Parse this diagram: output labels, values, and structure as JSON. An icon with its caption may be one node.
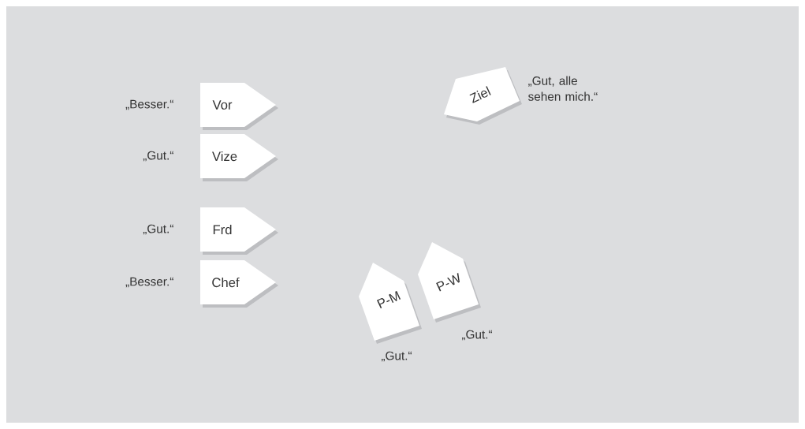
{
  "diagram": {
    "nodes": [
      {
        "text": [
          "Vor"
        ],
        "beside": [
          "„Besser.“"
        ]
      },
      {
        "text": [
          "Vize"
        ],
        "beside": [
          "„Gut.“"
        ]
      },
      {
        "text": [
          "Frd"
        ],
        "beside": [
          "„Gut.“"
        ]
      },
      {
        "text": [
          "Chef"
        ],
        "beside": [
          "„Besser.“"
        ]
      },
      {
        "text": [
          "Ziel"
        ],
        "beside": [
          "„Gut, alle sehen mich.“"
        ]
      },
      {
        "text": [
          "P-M"
        ],
        "beside": [
          "„Gut.“"
        ]
      },
      {
        "text": [
          "P-W"
        ],
        "beside": [
          "„Gut.“"
        ]
      }
    ]
  }
}
